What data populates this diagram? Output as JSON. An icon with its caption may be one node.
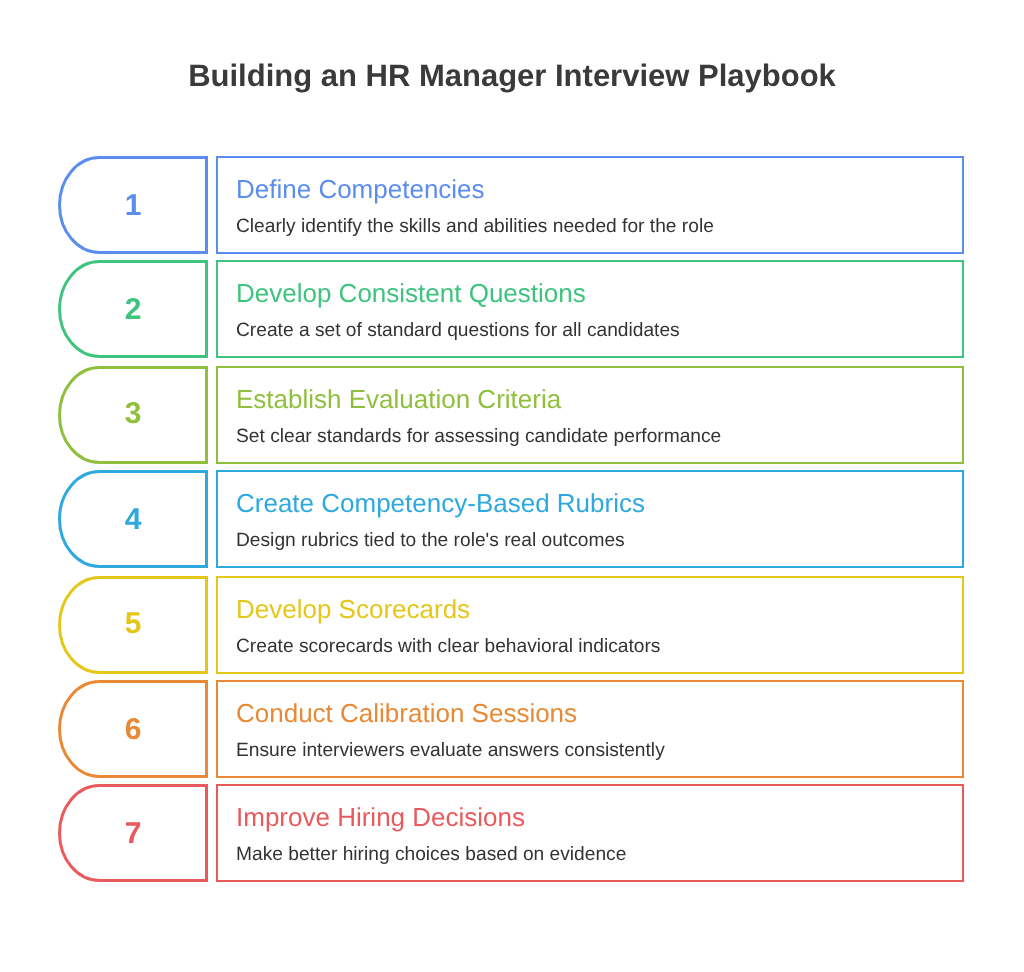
{
  "diagram": {
    "title": "Building an HR Manager Interview Playbook",
    "nodes": [
      {
        "text": [
          "1"
        ]
      },
      {
        "text": [
          "Define Competencies",
          "Clearly identify the skills and abilities needed for the role"
        ]
      },
      {
        "text": [
          "2"
        ]
      },
      {
        "text": [
          "Develop Consistent Questions",
          "Create a set of standard questions for all candidates"
        ]
      },
      {
        "text": [
          "3"
        ]
      },
      {
        "text": [
          "Establish Evaluation Criteria",
          "Set clear standards for assessing candidate performance"
        ]
      },
      {
        "text": [
          "4"
        ]
      },
      {
        "text": [
          "Create Competency-Based Rubrics",
          "Design rubrics tied to the role's real outcomes"
        ]
      },
      {
        "text": [
          "5"
        ]
      },
      {
        "text": [
          "Develop Scorecards",
          "Create scorecards with clear behavioral indicators"
        ]
      },
      {
        "text": [
          "6"
        ]
      },
      {
        "text": [
          "Conduct Calibration Sessions",
          "Ensure interviewers evaluate answers consistently"
        ]
      },
      {
        "text": [
          "7"
        ]
      },
      {
        "text": [
          "Improve Hiring Decisions",
          "Make better hiring choices based on evidence"
        ]
      }
    ],
    "edges": []
  }
}
